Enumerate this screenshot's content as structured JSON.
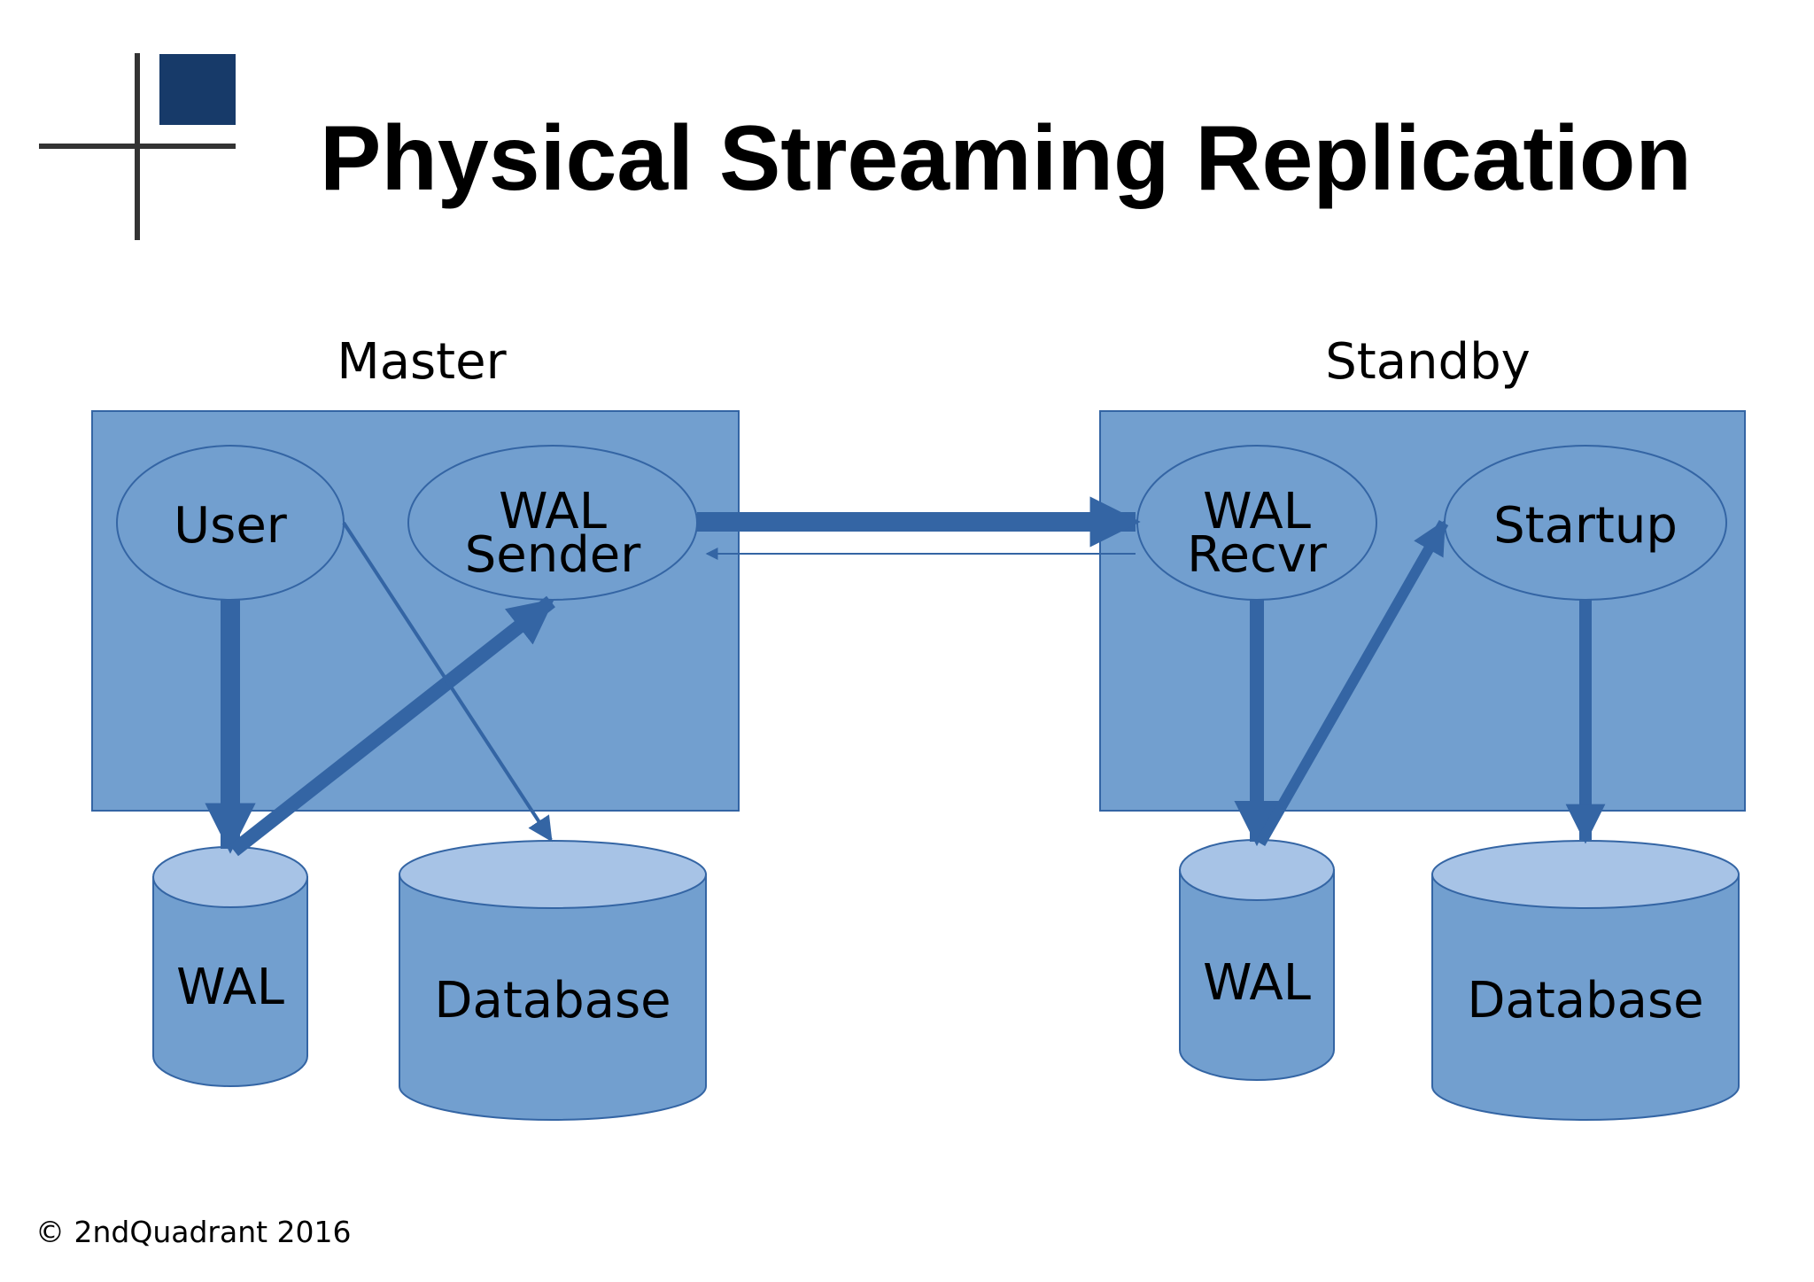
{
  "title": "Physical Streaming Replication",
  "footer": "© 2ndQuadrant 2016",
  "colors": {
    "box_fill": "#729fcf",
    "box_stroke": "#3465a4",
    "arrow": "#3465a4",
    "cylinder_top": "#a7c3e6",
    "logo_square": "#173a69",
    "logo_lines": "#333333"
  },
  "master": {
    "heading": "Master",
    "user": "User",
    "wal_sender_1": "WAL",
    "wal_sender_2": "Sender",
    "wal_store": "WAL",
    "database": "Database"
  },
  "standby": {
    "heading": "Standby",
    "wal_recvr_1": "WAL",
    "wal_recvr_2": "Recvr",
    "startup": "Startup",
    "wal_store": "WAL",
    "database": "Database"
  }
}
